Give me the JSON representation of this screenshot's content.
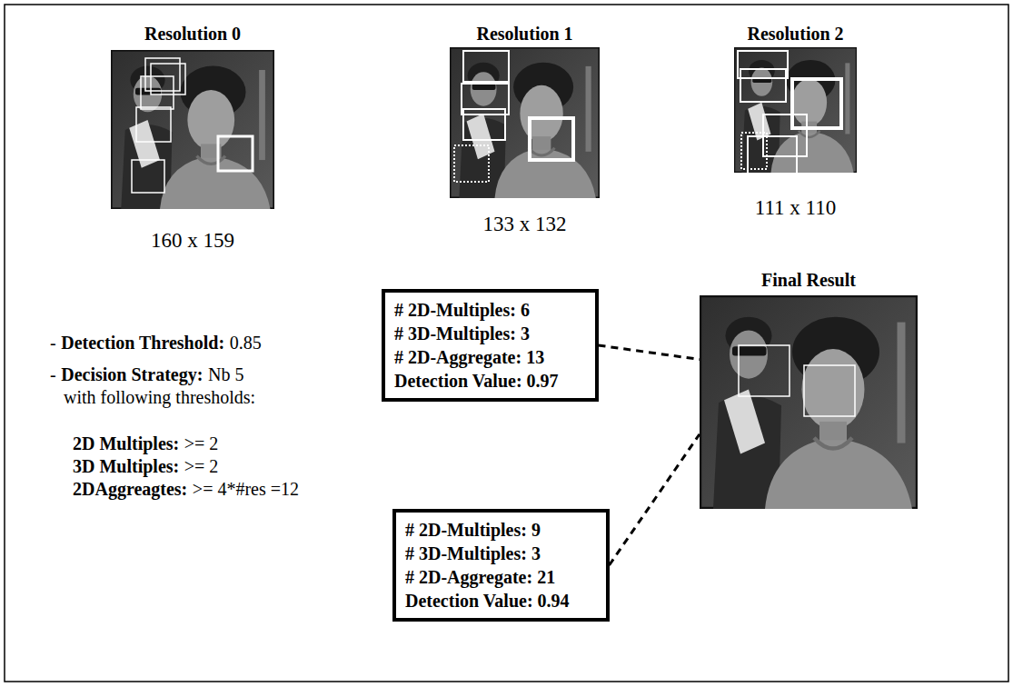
{
  "diagram": {
    "nodes": [
      {
        "text": [
          "Resolution 0",
          "160 x 159"
        ]
      },
      {
        "text": [
          "Resolution 1",
          "133 x 132"
        ]
      },
      {
        "text": [
          "Resolution 2",
          "111 x 110"
        ]
      },
      {
        "text": [
          "# 2D-Multiples: 6",
          "# 3D-Multiples: 3",
          "# 2D-Aggregate: 13",
          "Detection Value: 0.97"
        ]
      },
      {
        "text": [
          "Final Result"
        ]
      },
      {
        "text": [
          "# 2D-Multiples: 9",
          "# 3D-Multiples: 3",
          "# 2D-Aggregate: 21",
          "Detection Value: 0.94"
        ]
      }
    ],
    "edges": [
      {
        "from": 3,
        "to": 4,
        "arrow": "none"
      },
      {
        "from": 5,
        "to": 4,
        "arrow": "none"
      }
    ],
    "labels": [
      "-",
      "Detection Threshold:",
      "0.85",
      "-",
      "Decision Strategy:",
      "Nb 5",
      "with following thresholds:",
      "2D Multiples:",
      ">= 2",
      "3D Multiples:",
      ">= 2",
      "2DAggreagtes:",
      ">= 4*#res =12"
    ]
  }
}
